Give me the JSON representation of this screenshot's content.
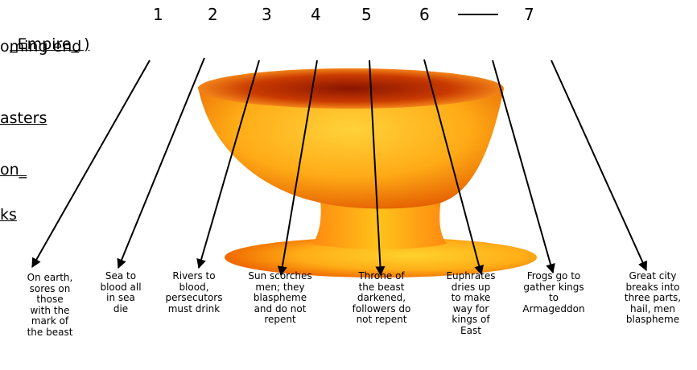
{
  "left_text": {
    "empire_line": "_Empire_ )",
    "coming_end": "oming end",
    "asters": "asters",
    "on": "on_",
    "ks": "ks"
  },
  "numbers": [
    "1",
    "2",
    "3",
    "4",
    "5",
    "6",
    "7"
  ],
  "labels": [
    "On earth,\nsores on\nthose\nwith the\nmark of\nthe beast",
    "Sea to\nblood all\nin sea\ndie",
    "Rivers to\nblood,\npersecutors\nmust drink",
    "Sun scorches\nmen; they\nblaspheme\nand do not\nrepent",
    "Throne of\nthe beast\ndarkened,\nfollowers do\nnot repent",
    "Euphrates\ndries up\nto make\nway for\nkings of\nEast",
    "Frogs go to\ngather kings\nto\nArmageddon",
    "Great city\nbreaks into\nthree parts,\nhail, men\nblaspheme"
  ],
  "colors": {
    "bowl_light": "#ffc21a",
    "bowl_dark": "#e05a00",
    "bowl_inner": "#8a1500",
    "arrow": "#000000"
  }
}
